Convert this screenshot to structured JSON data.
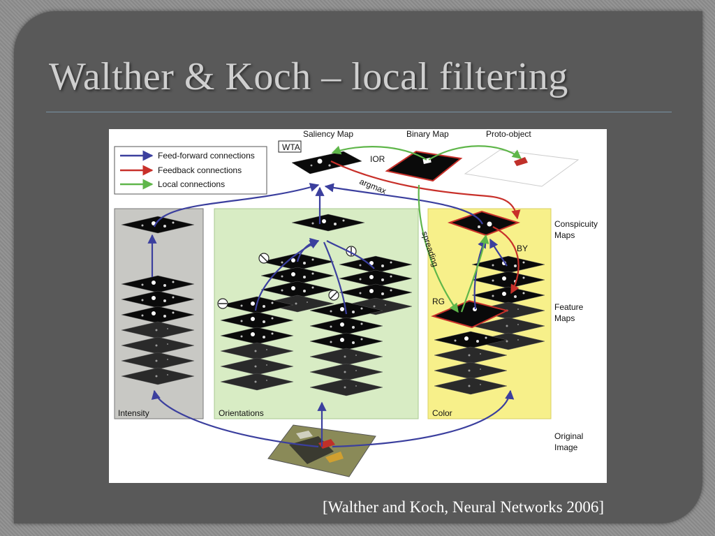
{
  "slide": {
    "title": "Walther  & Koch – local filtering",
    "citation": "[Walther and Koch, Neural Networks 2006]"
  },
  "figure": {
    "legend": {
      "feed_forward": "Feed-forward connections",
      "feedback": "Feedback connections",
      "local": "Local connections"
    },
    "labels": {
      "saliency_map": "Saliency Map",
      "binary_map": "Binary Map",
      "proto_object": "Proto-object",
      "wta": "WTA",
      "ior": "IOR",
      "argmax": "argmax",
      "spreading": "spreading",
      "conspicuity_maps_1": "Conspicuity",
      "conspicuity_maps_2": "Maps",
      "feature_maps_1": "Feature",
      "feature_maps_2": "Maps",
      "original_image_1": "Original",
      "original_image_2": "Image",
      "intensity": "Intensity",
      "orientations": "Orientations",
      "color": "Color",
      "rg": "RG",
      "by": "BY"
    },
    "colors": {
      "feed_forward": "#3b3f9e",
      "feedback": "#c8302a",
      "local": "#5fb64a",
      "intensity_panel": "#c8c8c4",
      "orientations_panel": "#d8ecc4",
      "color_panel": "#f7f08a"
    }
  }
}
